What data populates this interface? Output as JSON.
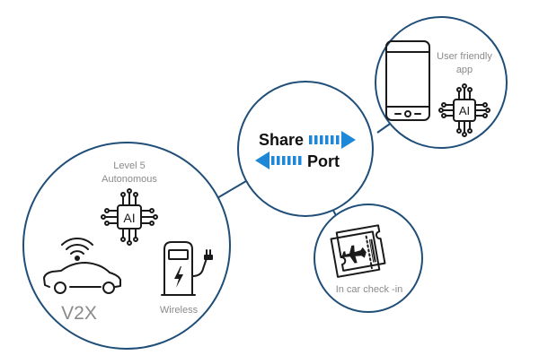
{
  "colors": {
    "circle_stroke": "#1f4e79",
    "arrow_blue": "#1e88d8",
    "icon": "#1a1a1a",
    "label_gray": "#8a8a8a"
  },
  "hub": {
    "word_top": "Share",
    "word_bottom": "Port"
  },
  "app_node": {
    "label_line1": "User friendly",
    "label_line2": "app",
    "chip_text": "AI",
    "icons": [
      "smartphone-icon",
      "ai-chip-icon"
    ]
  },
  "checkin_node": {
    "label": "In car check -in",
    "icons": [
      "boarding-ticket-icon",
      "airplane-icon"
    ]
  },
  "vehicle_node": {
    "label_line1": "Level 5",
    "label_line2": "Autonomous",
    "chip_text": "AI",
    "v2x_label": "V2X",
    "wireless_label": "Wireless",
    "icons": [
      "ai-chip-icon",
      "connected-car-icon",
      "wireless-signal-icon",
      "ev-charger-icon",
      "lightning-icon",
      "plug-icon"
    ]
  }
}
